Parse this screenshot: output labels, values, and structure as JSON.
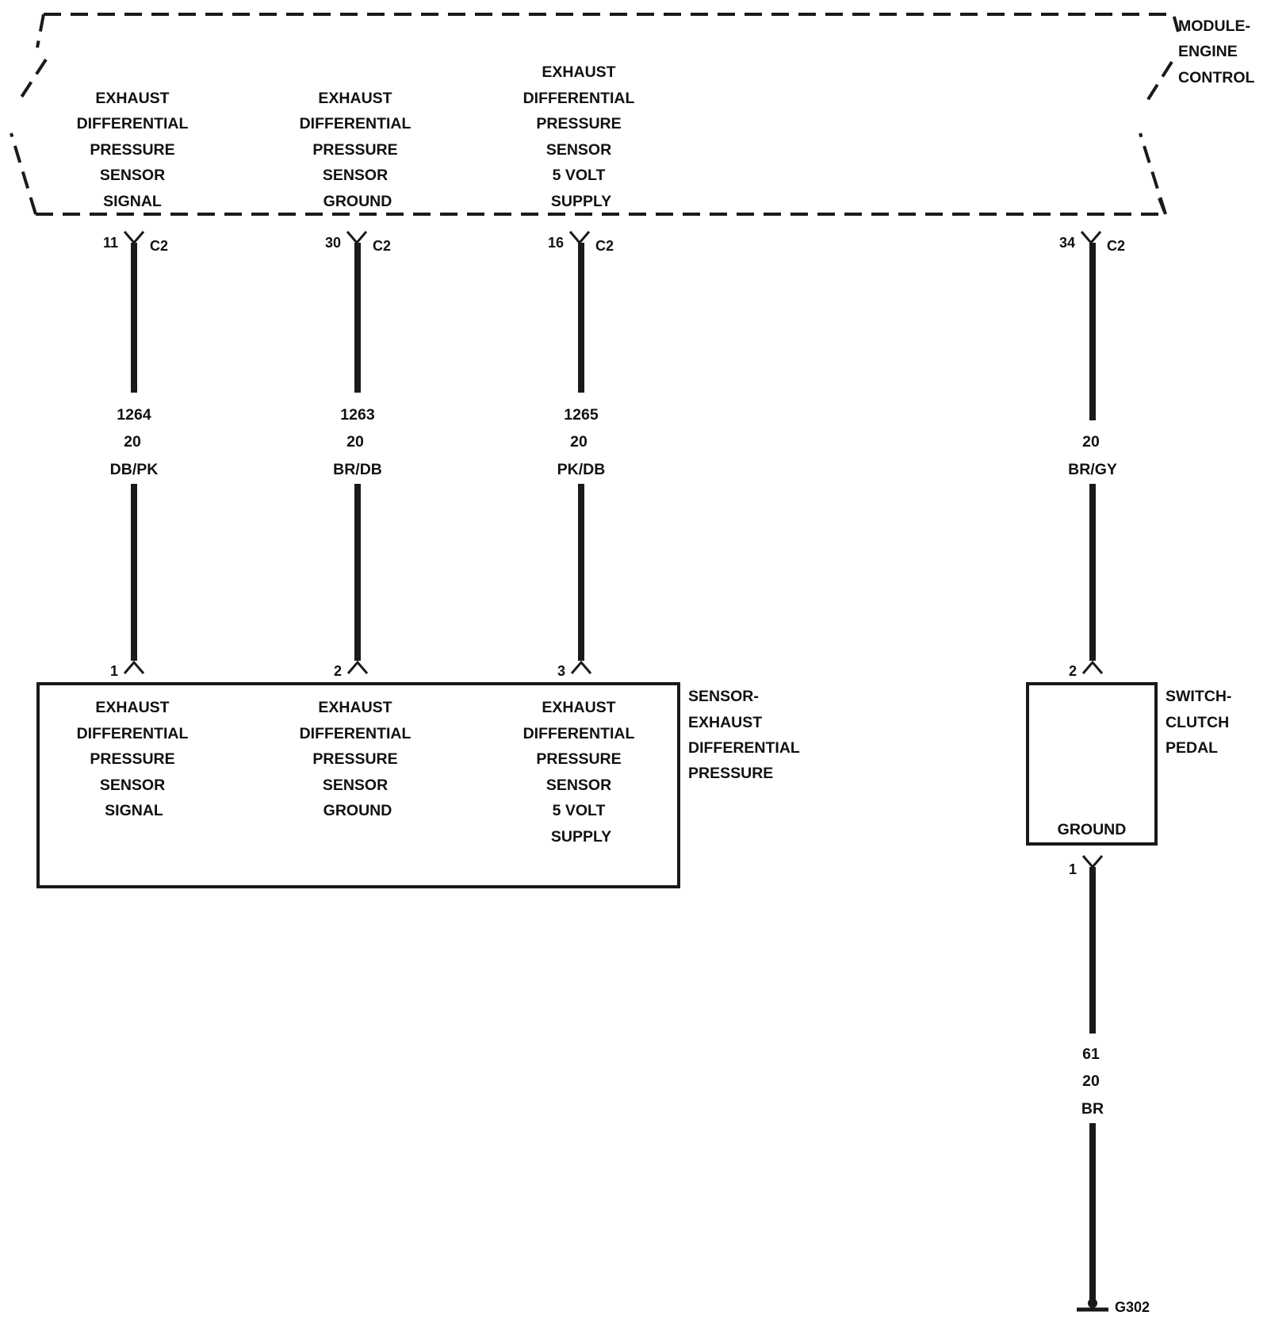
{
  "module": {
    "title": [
      "MODULE-",
      "ENGINE",
      "CONTROL"
    ],
    "circuits": [
      [
        "EXHAUST",
        "DIFFERENTIAL",
        "PRESSURE",
        "SENSOR",
        "SIGNAL"
      ],
      [
        "EXHAUST",
        "DIFFERENTIAL",
        "PRESSURE",
        "SENSOR",
        "GROUND"
      ],
      [
        "EXHAUST",
        "DIFFERENTIAL",
        "PRESSURE",
        "SENSOR",
        "5 VOLT",
        "SUPPLY"
      ]
    ],
    "pins": [
      {
        "pin": "11",
        "connector": "C2"
      },
      {
        "pin": "30",
        "connector": "C2"
      },
      {
        "pin": "16",
        "connector": "C2"
      },
      {
        "pin": "34",
        "connector": "C2"
      }
    ]
  },
  "wires": [
    {
      "circuit": "1264",
      "gauge": "20",
      "color": "DB/PK"
    },
    {
      "circuit": "1263",
      "gauge": "20",
      "color": "BR/DB"
    },
    {
      "circuit": "1265",
      "gauge": "20",
      "color": "PK/DB"
    },
    {
      "circuit": "",
      "gauge": "20",
      "color": "BR/GY"
    },
    {
      "circuit": "61",
      "gauge": "20",
      "color": "BR"
    }
  ],
  "sensor": {
    "title": [
      "SENSOR-",
      "EXHAUST",
      "DIFFERENTIAL",
      "PRESSURE"
    ],
    "pins": [
      "1",
      "2",
      "3"
    ],
    "circuits": [
      [
        "EXHAUST",
        "DIFFERENTIAL",
        "PRESSURE",
        "SENSOR",
        "SIGNAL"
      ],
      [
        "EXHAUST",
        "DIFFERENTIAL",
        "PRESSURE",
        "SENSOR",
        "GROUND"
      ],
      [
        "EXHAUST",
        "DIFFERENTIAL",
        "PRESSURE",
        "SENSOR",
        "5 VOLT",
        "SUPPLY"
      ]
    ]
  },
  "clutch_switch": {
    "title": [
      "SWITCH-",
      "CLUTCH",
      "PEDAL"
    ],
    "top_pin": "2",
    "bottom_pin": "1",
    "circuit": "GROUND"
  },
  "ground": {
    "label": "G302"
  }
}
